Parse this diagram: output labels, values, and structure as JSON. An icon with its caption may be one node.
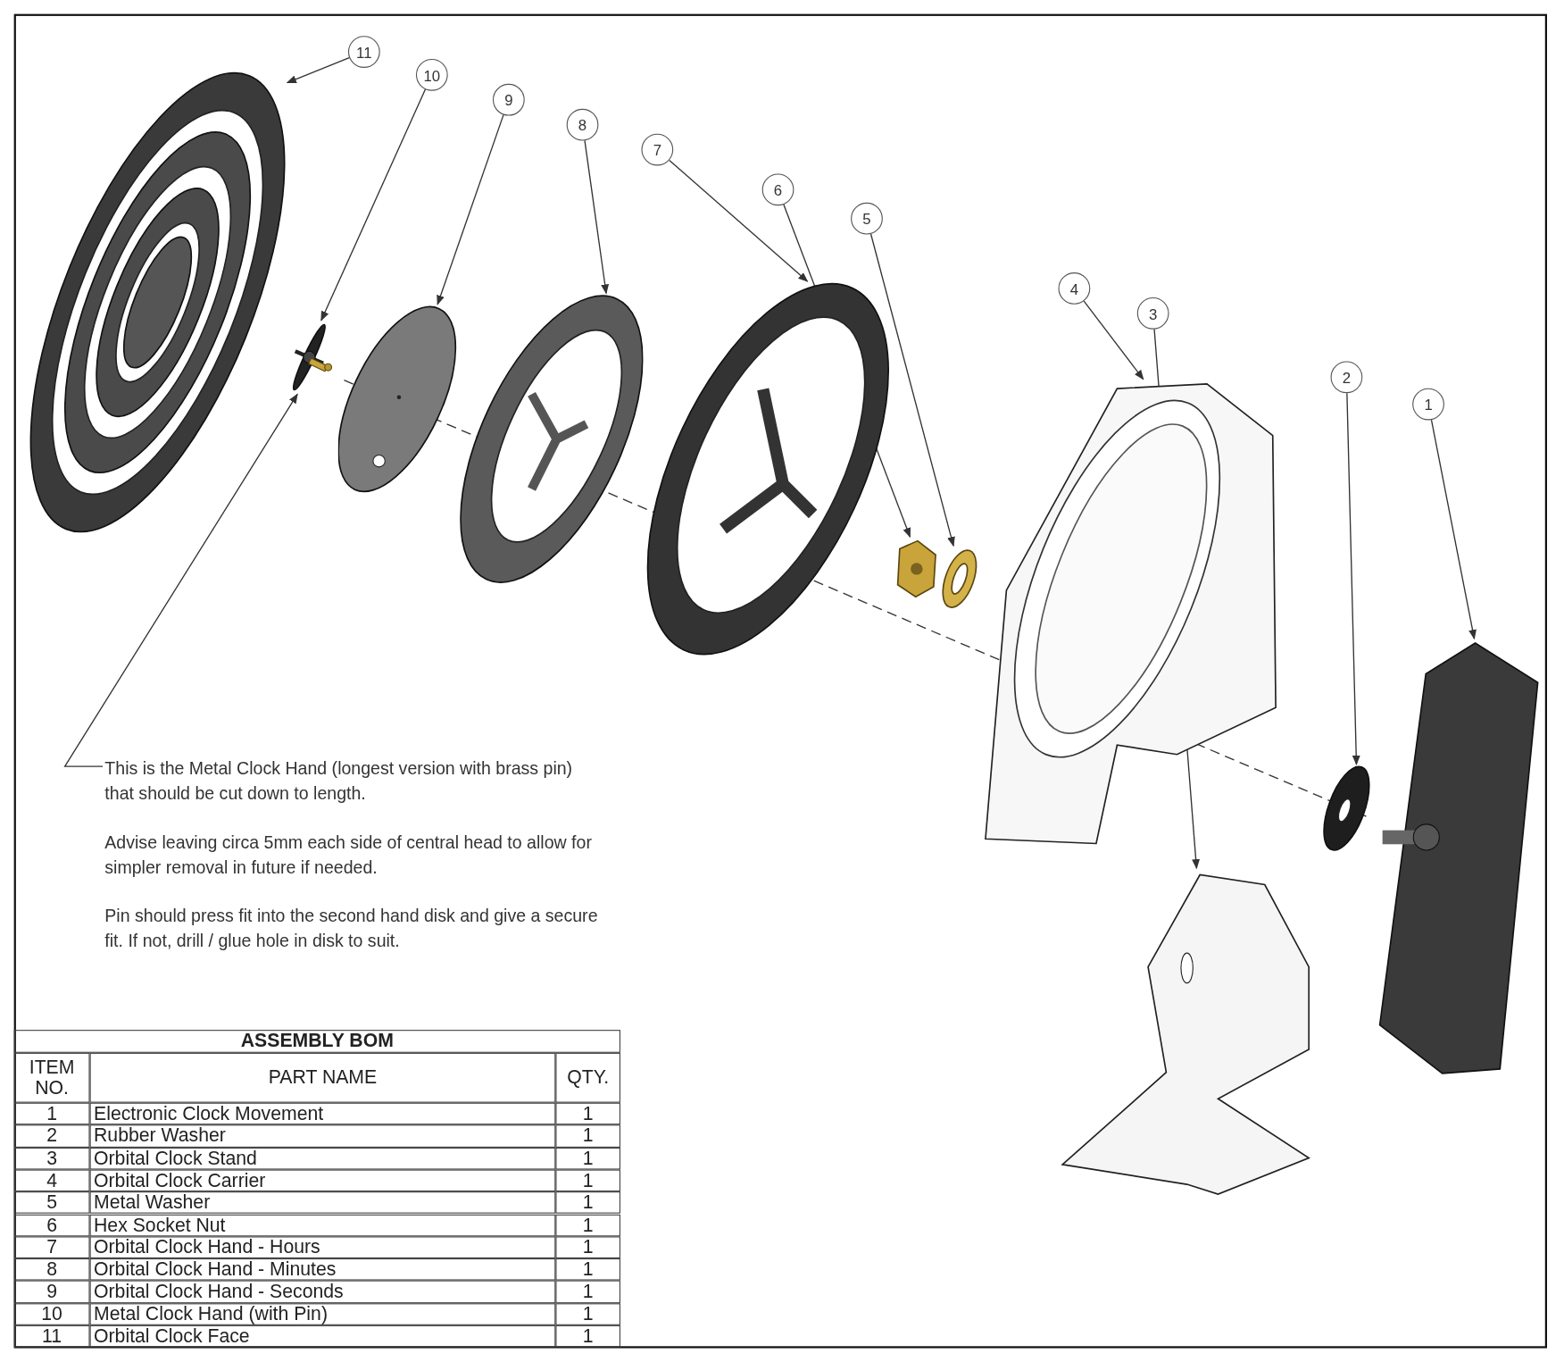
{
  "diagram": {
    "nodes": [
      {
        "text": [
          "11"
        ]
      },
      {
        "text": [
          "10"
        ]
      },
      {
        "text": [
          "9"
        ]
      },
      {
        "text": [
          "8"
        ]
      },
      {
        "text": [
          "7"
        ]
      },
      {
        "text": [
          "6"
        ]
      },
      {
        "text": [
          "5"
        ]
      },
      {
        "text": [
          "4"
        ]
      },
      {
        "text": [
          "3"
        ]
      },
      {
        "text": [
          "2"
        ]
      },
      {
        "text": [
          "1"
        ]
      },
      {
        "text": [],
        "shape": "picture"
      },
      {
        "text": [],
        "shape": "picture"
      },
      {
        "text": [],
        "shape": "picture"
      },
      {
        "text": [],
        "shape": "picture"
      },
      {
        "text": [],
        "shape": "picture"
      },
      {
        "text": [],
        "shape": "picture"
      },
      {
        "text": [],
        "shape": "picture"
      },
      {
        "text": [],
        "shape": "picture"
      },
      {
        "text": [],
        "shape": "picture"
      },
      {
        "text": [],
        "shape": "picture"
      },
      {
        "text": [],
        "shape": "picture"
      },
      {
        "text": [
          "This is the Metal Clock Hand (longest version with brass pin) that should be cut down to length.",
          "Advise leaving circa 5mm each side of central head to allow for simpler removal in future if needed.",
          "Pin should press fit into the second hand disk and give a secure fit. If not, drill / glue hole in disk to suit."
        ]
      }
    ],
    "edges": [
      {
        "from": 0,
        "to": 11,
        "arrow": "to"
      },
      {
        "from": 1,
        "to": 12,
        "arrow": "to"
      },
      {
        "from": 2,
        "to": 13,
        "arrow": "to"
      },
      {
        "from": 3,
        "to": 14,
        "arrow": "to"
      },
      {
        "from": 4,
        "to": 15,
        "arrow": "to"
      },
      {
        "from": 5,
        "to": 16,
        "arrow": "to"
      },
      {
        "from": 6,
        "to": 17,
        "arrow": "to"
      },
      {
        "from": 7,
        "to": 18,
        "arrow": "to"
      },
      {
        "from": 8,
        "to": 19,
        "arrow": "to"
      },
      {
        "from": 9,
        "to": 20,
        "arrow": "to"
      },
      {
        "from": 10,
        "to": 21,
        "arrow": "to"
      },
      {
        "from": 22,
        "to": 12,
        "arrow": "to"
      }
    ],
    "labels": [
      "ASSEMBLY BOM",
      "ITEM NO.",
      "PART NAME",
      "QTY.",
      "1",
      "Electronic Clock Movement",
      "1",
      "2",
      "Rubber Washer",
      "1",
      "3",
      "Orbital Clock Stand",
      "1",
      "4",
      "Orbital Clock Carrier",
      "1",
      "5",
      "Metal Washer",
      "1",
      "6",
      "Hex Socket Nut",
      "1",
      "7",
      "Orbital Clock Hand - Hours",
      "1",
      "8",
      "Orbital Clock Hand - Minutes",
      "1",
      "9",
      "Orbital Clock Hand - Seconds",
      "1",
      "10",
      "Metal Clock Hand (with Pin)",
      "1",
      "11",
      "Orbital Clock Face",
      "1"
    ]
  }
}
